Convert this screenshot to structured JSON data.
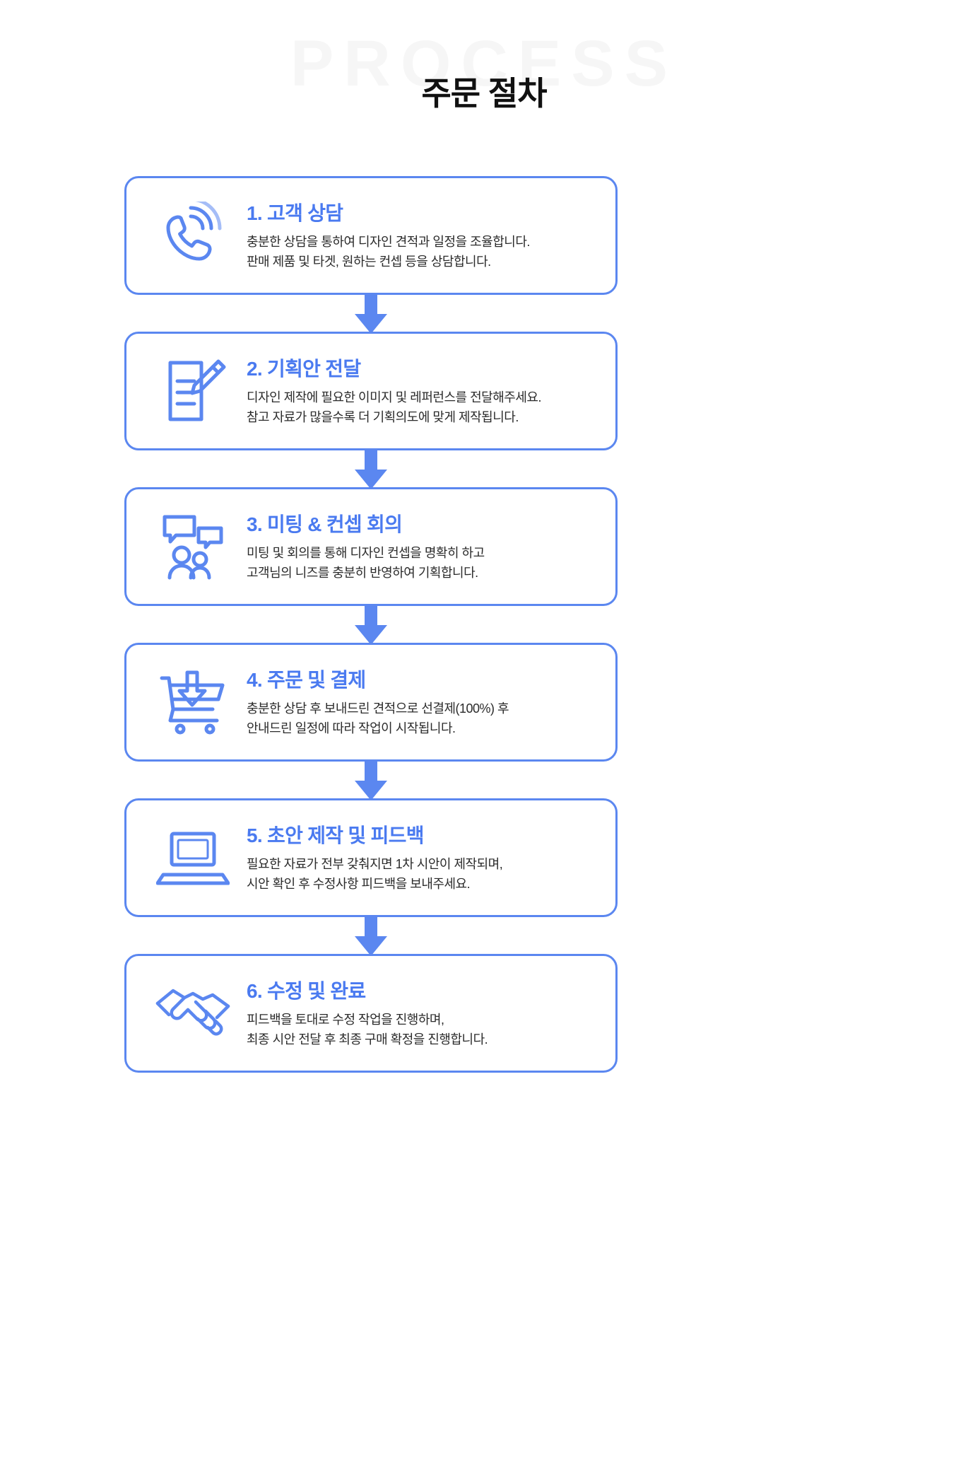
{
  "header": {
    "watermark": "PROCESS",
    "title": "주문 절차"
  },
  "steps": [
    {
      "icon": "phone-call-icon",
      "title": "1. 고객 상담",
      "desc_line1": "충분한 상담을 통하여 디자인 견적과 일정을 조율합니다.",
      "desc_line2": "판매 제품 및 타겟, 원하는 컨셉 등을 상담합니다."
    },
    {
      "icon": "document-pencil-icon",
      "title": "2. 기획안 전달",
      "desc_line1": "디자인 제작에 필요한 이미지 및 레퍼런스를 전달해주세요.",
      "desc_line2": "참고 자료가 많을수록 더 기획의도에 맞게 제작됩니다."
    },
    {
      "icon": "meeting-people-icon",
      "title": "3. 미팅 & 컨셉 회의",
      "desc_line1": "미팅 및 회의를 통해 디자인 컨셉을 명확히 하고",
      "desc_line2": "고객님의 니즈를 충분히 반영하여 기획합니다."
    },
    {
      "icon": "shopping-cart-download-icon",
      "title": "4. 주문 및 결제",
      "desc_line1": "충분한 상담 후 보내드린 견적으로 선결제(100%) 후",
      "desc_line2": "안내드린 일정에 따라 작업이 시작됩니다."
    },
    {
      "icon": "laptop-icon",
      "title": "5. 초안 제작 및 피드백",
      "desc_line1": "필요한 자료가 전부 갖춰지면 1차 시안이 제작되며,",
      "desc_line2": "시안 확인 후 수정사항 피드백을 보내주세요."
    },
    {
      "icon": "handshake-icon",
      "title": "6. 수정 및 완료",
      "desc_line1": "피드백을 토대로 수정 작업을 진행하며,",
      "desc_line2": "최종 시안 전달 후 최종 구매 확정을 진행합니다."
    }
  ],
  "connector": {
    "icon": "arrow-down-icon"
  },
  "colors": {
    "accent": "#5b87f0",
    "title_blue": "#4a7af0",
    "body_text": "#2b2b2b",
    "watermark": "#f6f6f6",
    "background": "#ffffff"
  }
}
